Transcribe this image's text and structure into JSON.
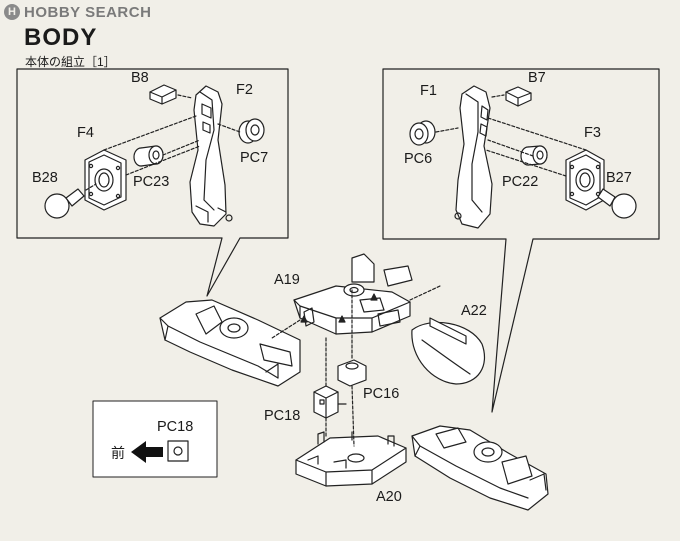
{
  "watermark": {
    "badge": "H",
    "text": "HOBBY SEARCH"
  },
  "section": {
    "title": "BODY",
    "subtitle": "本体の組立［1］"
  },
  "parts": {
    "b8": "B8",
    "f2": "F2",
    "f4": "F4",
    "pc7": "PC7",
    "pc23": "PC23",
    "b28": "B28",
    "f1": "F1",
    "b7": "B7",
    "pc6": "PC6",
    "f3": "F3",
    "pc22": "PC22",
    "b27": "B27",
    "a19": "A19",
    "a22": "A22",
    "pc16": "PC16",
    "pc18": "PC18",
    "a20": "A20"
  },
  "legend": {
    "part": "PC18",
    "front": "前"
  }
}
